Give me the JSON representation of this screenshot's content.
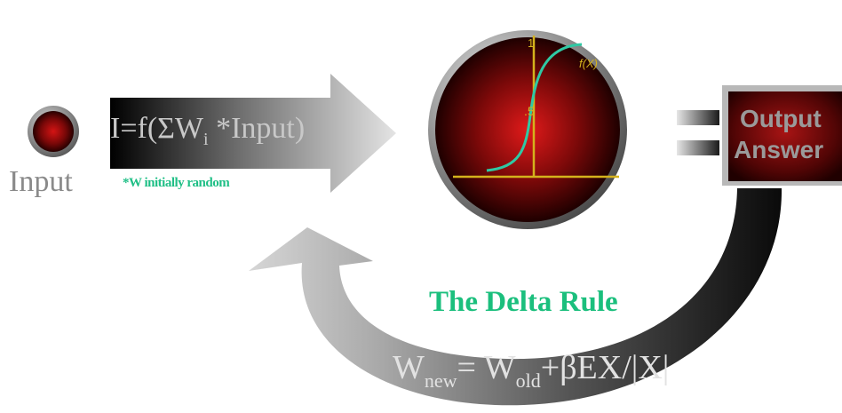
{
  "input": {
    "label": "Input"
  },
  "activation": {
    "prefix": "I=f(ΣW",
    "subscript": "i",
    "suffix": " *Input)",
    "note": "*W initially random"
  },
  "graph": {
    "tick_top": "1",
    "tick_mid": ".5",
    "curve_label": "f(X)"
  },
  "output": {
    "line1": "Output",
    "line2": "Answer"
  },
  "feedback": {
    "title": "The Delta Rule",
    "w": "W",
    "new_sub": "new",
    "equals": "= W",
    "old_sub": "old",
    "rest": "+βEX/|X|"
  },
  "colors": {
    "accent_green": "#1bbf7d",
    "axis_yellow": "#d4b21c",
    "curve_teal": "#2fc9a4",
    "node_red": "#b01010"
  }
}
